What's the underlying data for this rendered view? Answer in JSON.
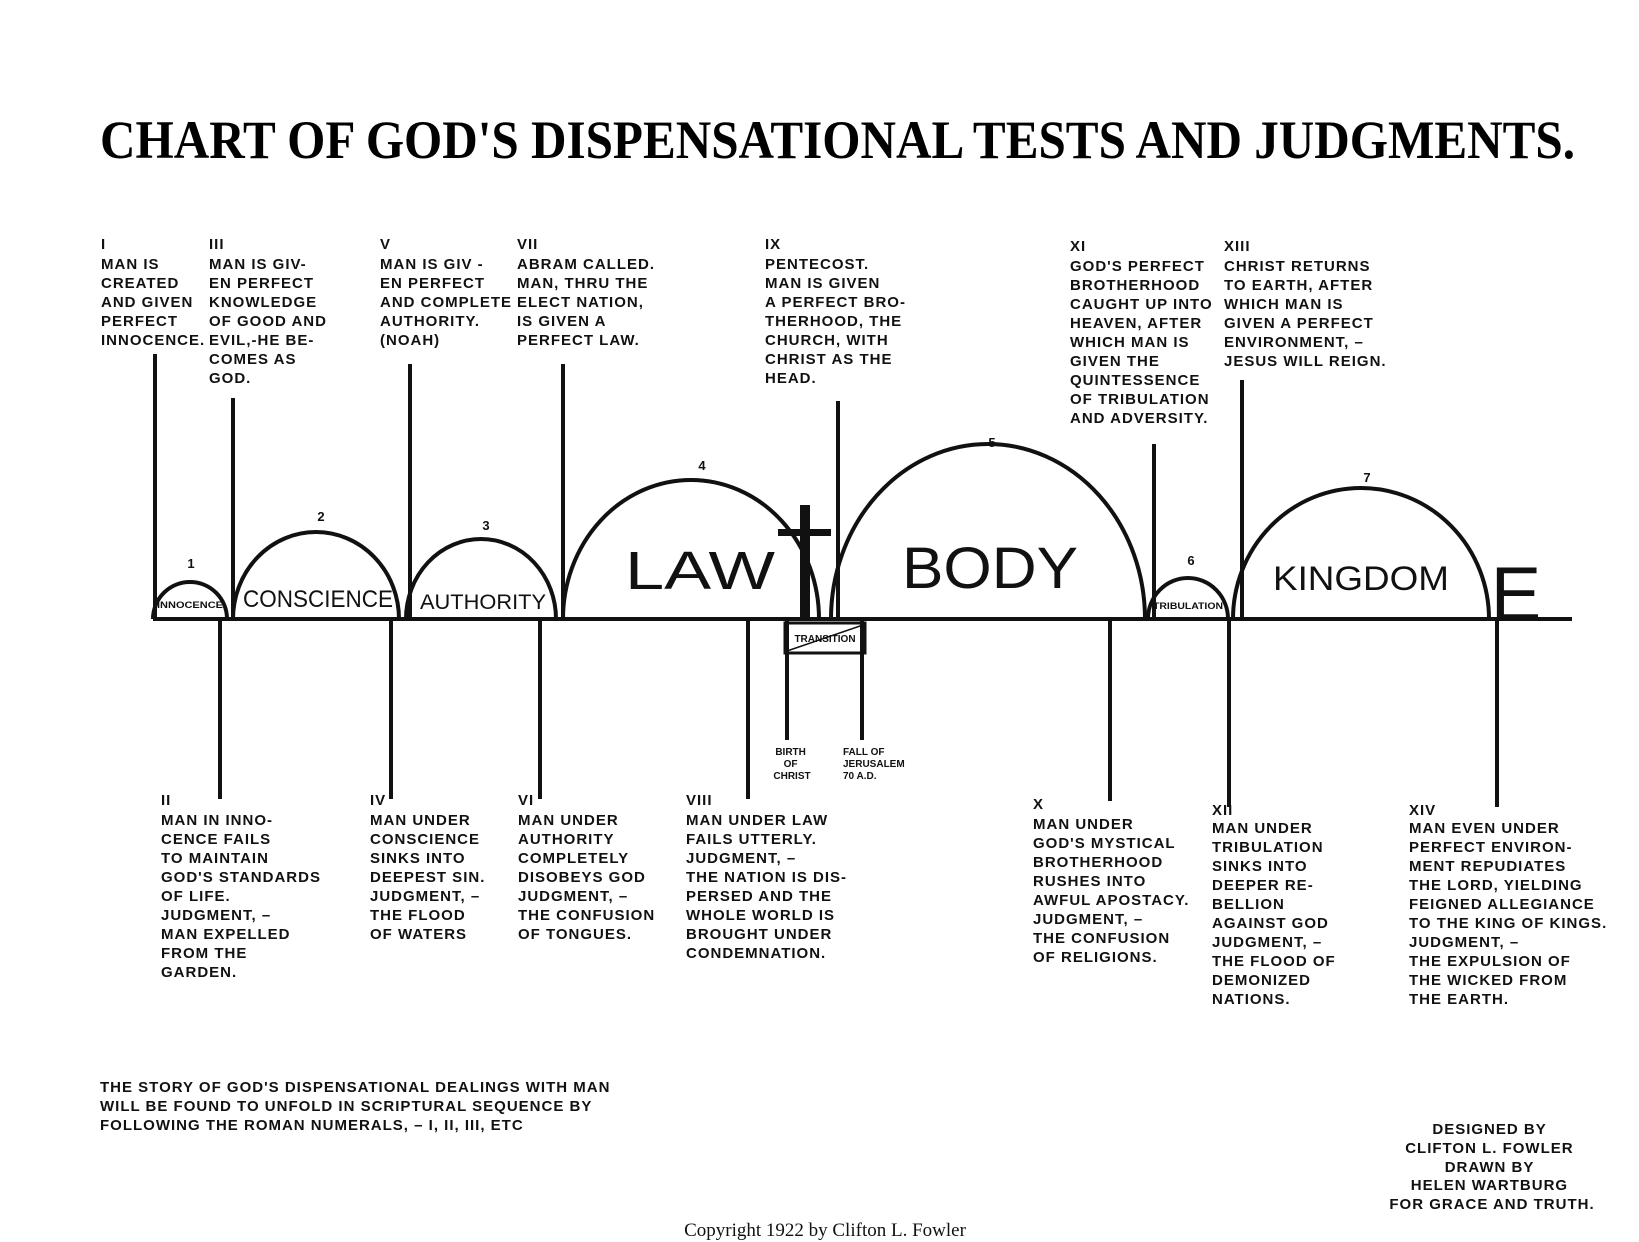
{
  "title": "CHART OF GOD'S DISPENSATIONAL TESTS AND JUDGMENTS.",
  "tests": [
    {
      "numeral": "I",
      "lines": [
        "MAN IS",
        "CREATED",
        "AND GIVEN",
        "PERFECT",
        "INNOCENCE."
      ]
    },
    {
      "numeral": "III",
      "lines": [
        "MAN IS GIV-",
        "EN PERFECT",
        "KNOWLEDGE",
        "OF GOOD AND",
        "EVIL,-HE BE-",
        "COMES AS",
        "GOD."
      ]
    },
    {
      "numeral": "V",
      "lines": [
        "MAN IS GIV -",
        "EN PERFECT",
        "AND COMPLETE",
        "AUTHORITY.",
        "(NOAH)"
      ]
    },
    {
      "numeral": "VII",
      "lines": [
        "ABRAM CALLED.",
        "MAN, THRU THE",
        "ELECT NATION,",
        "IS GIVEN A",
        "PERFECT LAW."
      ]
    },
    {
      "numeral": "IX",
      "lines": [
        "PENTECOST.",
        "MAN IS GIVEN",
        "A PERFECT BRO-",
        "THERHOOD, THE",
        "CHURCH, WITH",
        "CHRIST AS THE",
        "HEAD."
      ]
    },
    {
      "numeral": "XI",
      "lines": [
        "GOD'S PERFECT",
        "BROTHERHOOD",
        "CAUGHT UP INTO",
        "HEAVEN, AFTER",
        "WHICH MAN IS",
        "GIVEN THE",
        "QUINTESSENCE",
        "OF TRIBULATION",
        "AND ADVERSITY."
      ]
    },
    {
      "numeral": "XIII",
      "lines": [
        "CHRIST RETURNS",
        "TO EARTH, AFTER",
        "WHICH MAN IS",
        "GIVEN A PERFECT",
        "ENVIRONMENT, –",
        "JESUS WILL REIGN."
      ]
    }
  ],
  "judgments": [
    {
      "numeral": "II",
      "lines": [
        "MAN IN INNO-",
        "CENCE FAILS",
        "TO MAINTAIN",
        "GOD'S STANDARDS",
        "OF LIFE.",
        "JUDGMENT, –",
        "MAN EXPELLED",
        "FROM THE",
        "GARDEN."
      ]
    },
    {
      "numeral": "IV",
      "lines": [
        "MAN UNDER",
        "CONSCIENCE",
        "SINKS INTO",
        "DEEPEST SIN.",
        "JUDGMENT, –",
        "THE FLOOD",
        "OF WATERS"
      ]
    },
    {
      "numeral": "VI",
      "lines": [
        "MAN UNDER",
        "AUTHORITY",
        "COMPLETELY",
        "DISOBEYS GOD",
        "JUDGMENT, –",
        "THE CONFUSION",
        "OF TONGUES."
      ]
    },
    {
      "numeral": "VIII",
      "lines": [
        "MAN UNDER LAW",
        "FAILS UTTERLY.",
        "JUDGMENT, –",
        "THE NATION IS DIS-",
        "PERSED AND THE",
        "WHOLE WORLD IS",
        "BROUGHT UNDER",
        "CONDEMNATION."
      ]
    },
    {
      "numeral": "X",
      "lines": [
        "MAN UNDER",
        "GOD'S MYSTICAL",
        "BROTHERHOOD",
        "RUSHES INTO",
        "AWFUL APOSTACY.",
        "JUDGMENT, –",
        "THE CONFUSION",
        "OF RELIGIONS."
      ]
    },
    {
      "numeral": "XII",
      "lines": [
        "MAN UNDER",
        "TRIBULATION",
        "SINKS INTO",
        "DEEPER RE-",
        "BELLION",
        "AGAINST GOD",
        "JUDGMENT, –",
        "THE FLOOD OF",
        "DEMONIZED",
        "NATIONS."
      ]
    },
    {
      "numeral": "XIV",
      "lines": [
        "MAN EVEN UNDER",
        "PERFECT ENVIRON-",
        "MENT REPUDIATES",
        "THE LORD, YIELDING",
        "FEIGNED ALLEGIANCE",
        "TO THE KING OF KINGS.",
        "JUDGMENT, –",
        "THE EXPULSION OF",
        "THE WICKED FROM",
        "THE EARTH."
      ]
    }
  ],
  "dispensations": [
    {
      "number": "1",
      "name": "INNOCENCE"
    },
    {
      "number": "2",
      "name": "CONSCIENCE"
    },
    {
      "number": "3",
      "name": "AUTHORITY"
    },
    {
      "number": "4",
      "name": "LAW"
    },
    {
      "number": "5",
      "name": "BODY"
    },
    {
      "number": "6",
      "name": "TRIBULATION"
    },
    {
      "number": "7",
      "name": "KINGDOM"
    }
  ],
  "end_label": "E",
  "transition_label": "TRANSITION",
  "birth_label": [
    "BIRTH",
    "OF",
    "CHRIST"
  ],
  "fall_label": [
    "FALL OF",
    "JERUSALEM",
    "70 A.D."
  ],
  "footnote": [
    "THE STORY OF GOD'S DISPENSATIONAL DEALINGS WITH MAN",
    "WILL BE FOUND TO UNFOLD IN SCRIPTURAL SEQUENCE BY",
    "FOLLOWING THE ROMAN NUMERALS, – I, II, III, ETC"
  ],
  "credits": [
    "DESIGNED BY",
    "CLIFTON L. FOWLER",
    "DRAWN BY",
    "HELEN WARTBURG",
    "FOR GRACE AND TRUTH."
  ],
  "copyright": "Copyright 1922 by Clifton L. Fowler"
}
